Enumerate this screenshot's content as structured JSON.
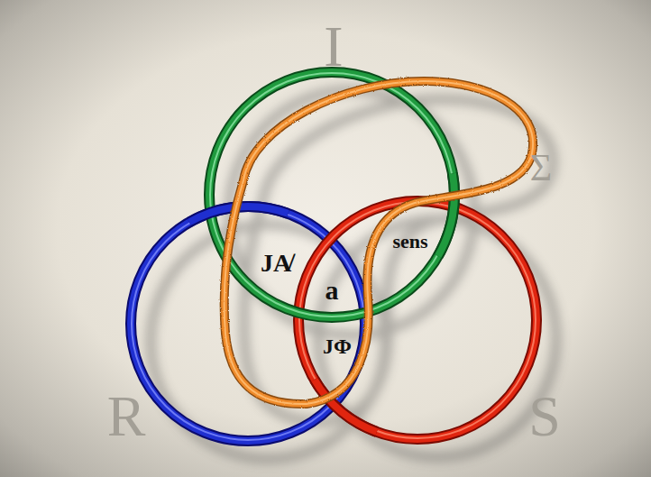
{
  "diagram": {
    "labels": [
      "I",
      "Σ",
      "sens",
      "JA̸",
      "a",
      "JΦ",
      "R",
      "S"
    ]
  }
}
